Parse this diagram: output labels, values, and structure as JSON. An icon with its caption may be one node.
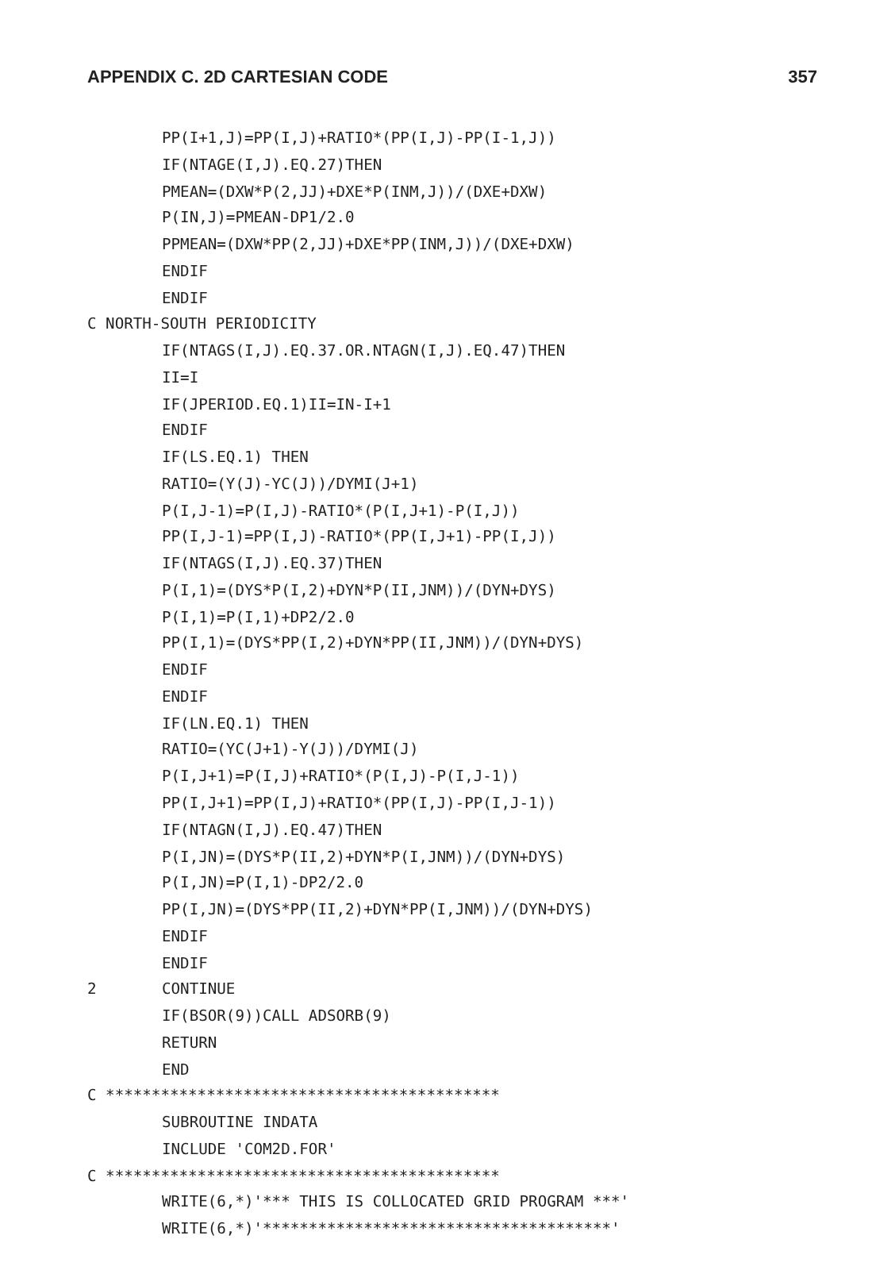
{
  "diagram": {
    "title": "APPENDIX C. 2D CARTESIAN CODE",
    "labels": [
      "357",
      "PP(I+1,J)=PP(I,J)+RATIO*(PP(I,J)-PP(I-1,J))",
      "IF(NTAGE(I,J).EQ.27)THEN",
      "PMEAN=(DXW*P(2,JJ)+DXE*P(INM,J))/(DXE+DXW)",
      "P(IN,J)=PMEAN-DP1/2.0",
      "PPMEAN=(DXW*PP(2,JJ)+DXE*PP(INM,J))/(DXE+DXW)",
      "ENDIF",
      "ENDIF",
      "C NORTH-SOUTH PERIODICITY",
      "IF(NTAGS(I,J).EQ.37.OR.NTAGN(I,J).EQ.47)THEN",
      "II=I",
      "IF(JPERIOD.EQ.1)II=IN-I+1",
      "ENDIF",
      "IF(LS.EQ.1) THEN",
      "RATIO=(Y(J)-YC(J))/DYMI(J+1)",
      "P(I,J-1)=P(I,J)-RATIO*(P(I,J+1)-P(I,J))",
      "PP(I,J-1)=PP(I,J)-RATIO*(PP(I,J+1)-PP(I,J))",
      "IF(NTAGS(I,J).EQ.37)THEN",
      "P(I,1)=(DYS*P(I,2)+DYN*P(II,JNM))/(DYN+DYS)",
      "P(I,1)=P(I,1)+DP2/2.0",
      "PP(I,1)=(DYS*PP(I,2)+DYN*PP(II,JNM))/(DYN+DYS)",
      "ENDIF",
      "ENDIF",
      "IF(LN.EQ.1) THEN",
      "RATIO=(YC(J+1)-Y(J))/DYMI(J)",
      "P(I,J+1)=P(I,J)+RATIO*(P(I,J)-P(I,J-1))",
      "PP(I,J+1)=PP(I,J)+RATIO*(PP(I,J)-PP(I,J-1))",
      "IF(NTAGN(I,J).EQ.47)THEN",
      "P(I,JN)=(DYS*P(II,2)+DYN*P(I,JNM))/(DYN+DYS)",
      "P(I,JN)=P(I,1)-DP2/2.0",
      "PP(I,JN)=(DYS*PP(II,2)+DYN*PP(I,JNM))/(DYN+DYS)",
      "ENDIF",
      "ENDIF",
      "2",
      "CONTINUE",
      "IF(BSOR(9))CALL ADSORB(9)",
      "RETURN",
      "END",
      "C *******************************************",
      "SUBROUTINE INDATA",
      "INCLUDE 'COM2D.FOR'",
      "C *******************************************",
      "WRITE(6,*)'*** THIS IS COLLOCATED GRID PROGRAM ***'",
      "WRITE(6,*)'**************************************'"
    ]
  }
}
